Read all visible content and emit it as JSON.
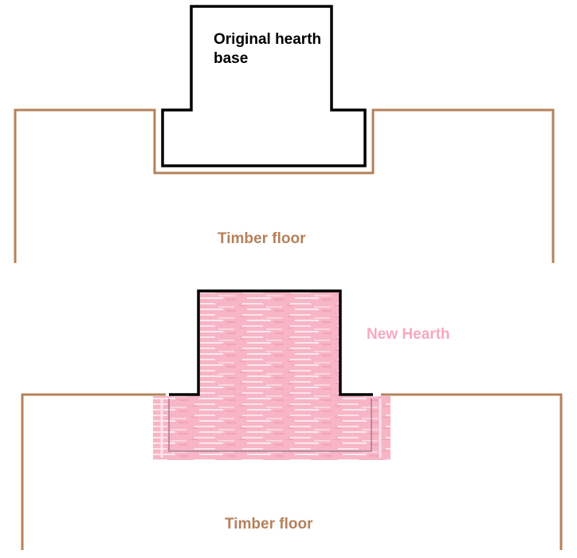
{
  "labels": {
    "original_hearth_base": "Original hearth base",
    "timber_floor_top": "Timber floor",
    "new_hearth": "New Hearth",
    "timber_floor_bottom": "Timber floor"
  },
  "colors": {
    "timber": "#b5815b",
    "hearth_outline": "#000000",
    "new_hearth_fill": "#f7b5c6",
    "new_hearth_streak": "#fcdbe4",
    "new_hearth_label": "#f7a9bf",
    "original_label": "#000000",
    "background": "#ffffff"
  }
}
